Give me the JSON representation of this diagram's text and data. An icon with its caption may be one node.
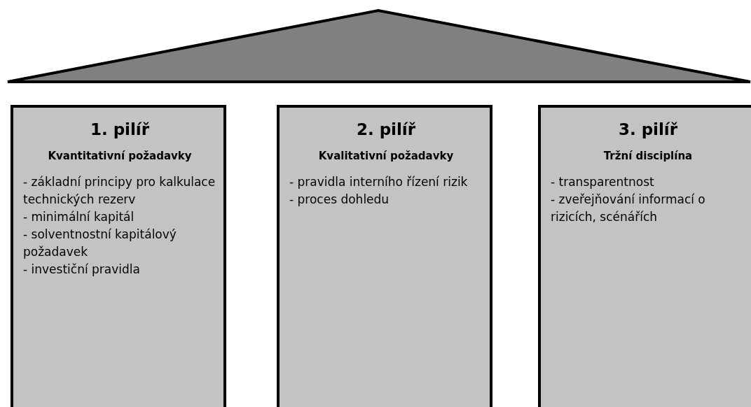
{
  "diagram": {
    "nodes": [
      {
        "text": [],
        "shape": "triangle"
      },
      {
        "text": [
          "1. pilíř",
          "Kvantitativní požadavky",
          "- základní principy pro kalkulace technických rezerv",
          "- minimální kapitál",
          "- solventnostní kapitálový požadavek",
          "- investiční pravidla"
        ]
      },
      {
        "text": [
          "2. pilíř",
          "Kvalitativní požadavky",
          "- pravidla interního řízení rizik",
          "- proces dohledu"
        ]
      },
      {
        "text": [
          "3. pilíř",
          "Tržní disciplína",
          "- transparentnost",
          "- zveřejňování informací o rizicích, scénářích"
        ]
      }
    ],
    "edges": []
  }
}
